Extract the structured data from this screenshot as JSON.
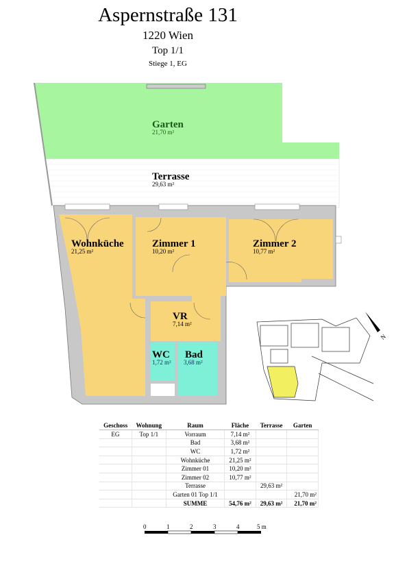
{
  "header": {
    "title": "Aspernstraße 131",
    "city": "1220 Wien",
    "unit": "Top 1/1",
    "location": "Stiege 1, EG"
  },
  "plan": {
    "rooms": [
      {
        "name": "Garten",
        "area": "21,70 m²"
      },
      {
        "name": "Terrasse",
        "area": "29,63 m²"
      },
      {
        "name": "Wohnküche",
        "area": "21,25 m²"
      },
      {
        "name": "Zimmer 1",
        "area": "10,20 m²"
      },
      {
        "name": "Zimmer 2",
        "area": "10,77 m²"
      },
      {
        "name": "VR",
        "area": "7,14 m²"
      },
      {
        "name": "WC",
        "area": "1,72 m²"
      },
      {
        "name": "Bad",
        "area": "3,68 m²"
      }
    ],
    "colors": {
      "garden": "#a8f5a0",
      "living": "#f9d57a",
      "wet": "#7ef0d8",
      "wall": "#c8c8c8",
      "keyplan_highlight": "#f2f060"
    },
    "north_arrow_label": "N"
  },
  "table": {
    "headers": [
      "Geschoss",
      "Wohnung",
      "Raum",
      "Fläche",
      "Terrasse",
      "Garten"
    ],
    "rows": [
      [
        "EG",
        "Top 1/1",
        "Vorraum",
        "7,14 m²",
        "",
        ""
      ],
      [
        "",
        "",
        "Bad",
        "3,68 m²",
        "",
        ""
      ],
      [
        "",
        "",
        "WC",
        "1,72 m²",
        "",
        ""
      ],
      [
        "",
        "",
        "Wohnküche",
        "21,25 m²",
        "",
        ""
      ],
      [
        "",
        "",
        "Zimmer 01",
        "10,20 m²",
        "",
        ""
      ],
      [
        "",
        "",
        "Zimmer 02",
        "10,77 m²",
        "",
        ""
      ],
      [
        "",
        "",
        "Terrasse",
        "",
        "29,63 m²",
        ""
      ],
      [
        "",
        "",
        "Garten 01 Top 1/1",
        "",
        "",
        "21,70 m²"
      ]
    ],
    "sum": [
      "",
      "",
      "SUMME",
      "54,76 m²",
      "29,63 m²",
      "21,70 m²"
    ]
  },
  "scale": {
    "labels": [
      "0",
      "1",
      "2",
      "3",
      "4",
      "5 m"
    ]
  }
}
